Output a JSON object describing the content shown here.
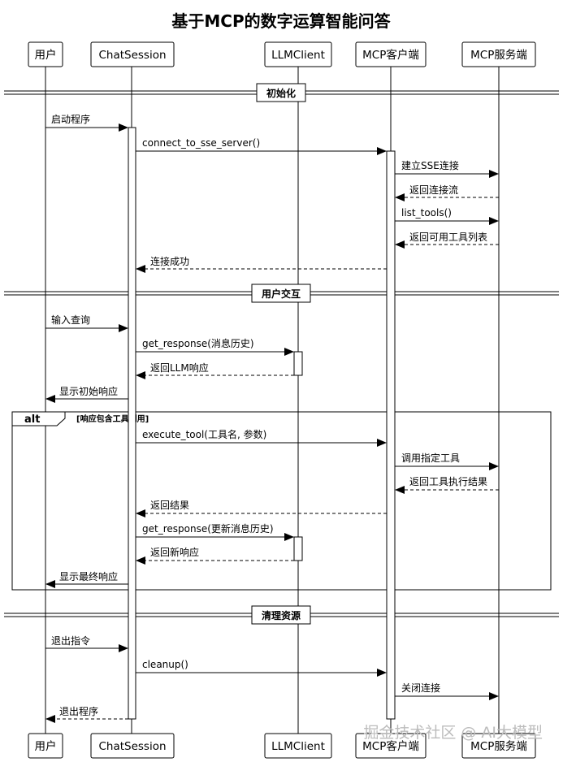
{
  "title": "基于MCP的数字运算智能问答",
  "participants": [
    "用户",
    "ChatSession",
    "LLMClient",
    "MCP客户端",
    "MCP服务端"
  ],
  "dividers": [
    "初始化",
    "用户交互",
    "清理资源"
  ],
  "alt_block": {
    "keyword": "alt",
    "condition": "[响应包含工具调用]"
  },
  "messages": [
    "启动程序",
    "connect_to_sse_server()",
    "建立SSE连接",
    "返回连接流",
    "list_tools()",
    "返回可用工具列表",
    "连接成功",
    "输入查询",
    "get_response(消息历史)",
    "返回LLM响应",
    "显示初始响应",
    "execute_tool(工具名, 参数)",
    "调用指定工具",
    "返回工具执行结果",
    "返回结果",
    "get_response(更新消息历史)",
    "返回新响应",
    "显示最终响应",
    "退出指令",
    "cleanup()",
    "关闭连接",
    "退出程序"
  ],
  "watermark": "掘金技术社区 @ AI大模型"
}
